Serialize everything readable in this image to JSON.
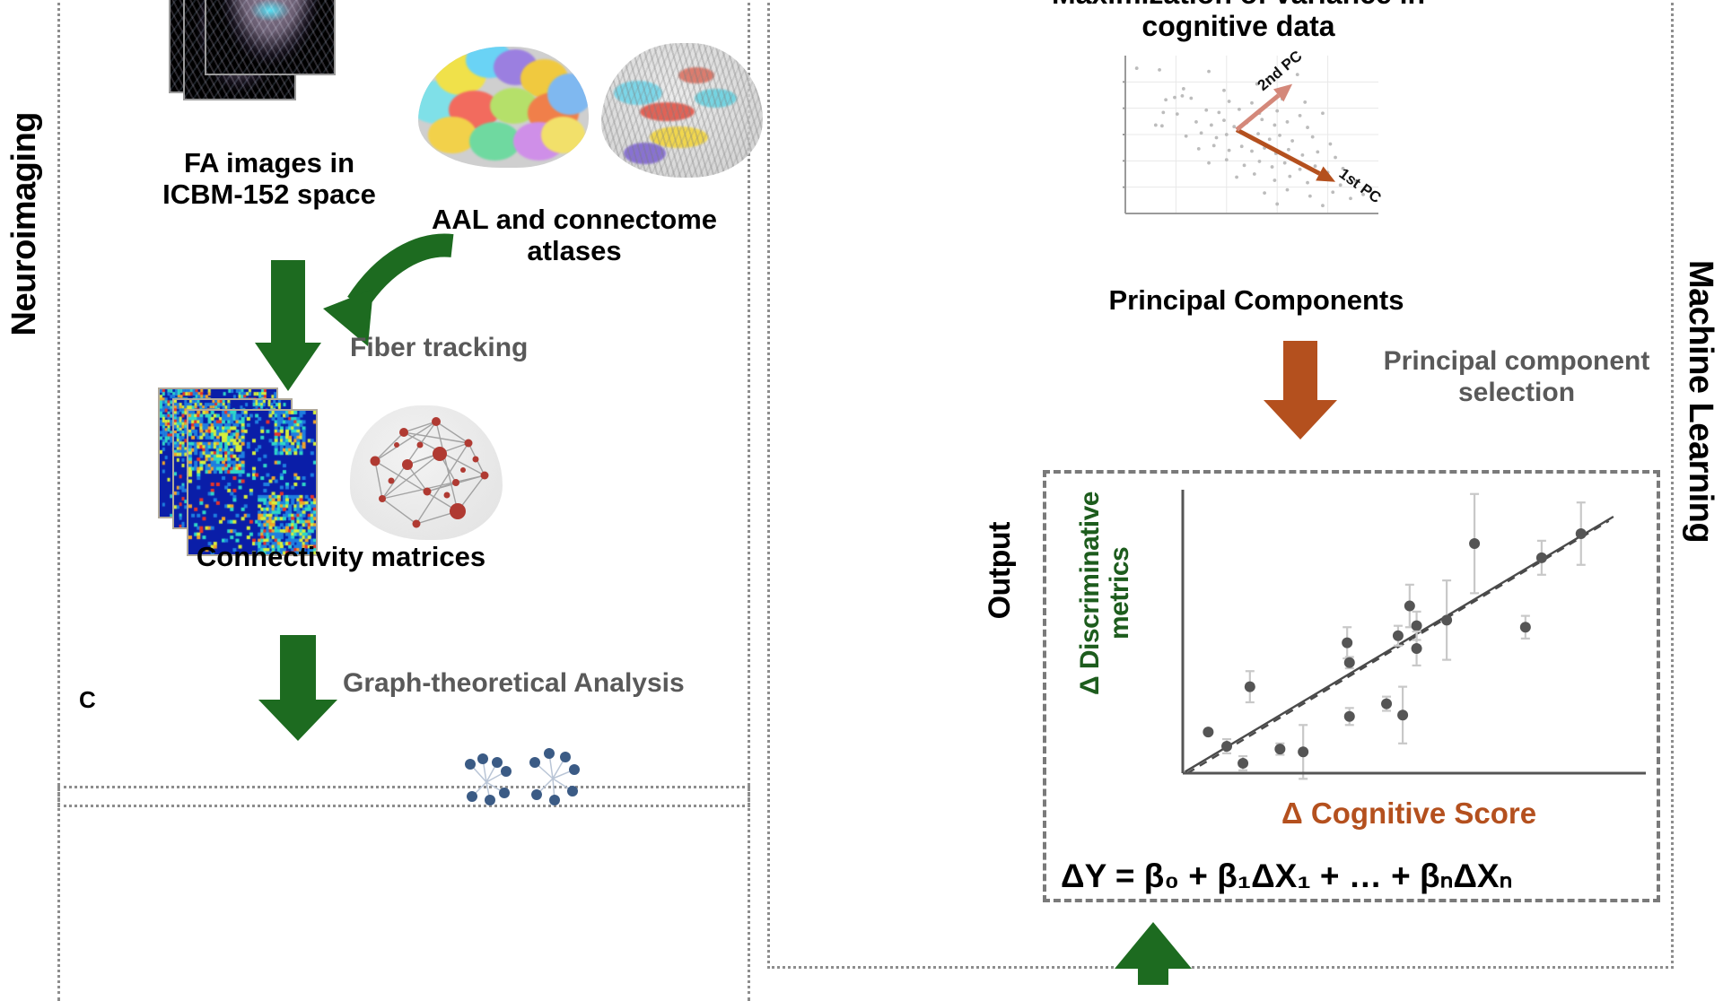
{
  "figure": {
    "panel_letter": "C",
    "side_label_left": "Neuroimaging",
    "side_label_right": "Machine Learning"
  },
  "neuroimaging": {
    "fa_caption": "FA images in\nICBM-152 space",
    "atlas_caption": "AAL and connectome\natlases",
    "fiber_tracking_label": "Fiber tracking",
    "connectivity_caption": "Connectivity matrices",
    "graph_analysis_label": "Graph-theoretical Analysis"
  },
  "machine_learning": {
    "pca_title": "Maximization of variance in\ncognitive data",
    "pca_caption": "Principal Components",
    "pc1_label": "1st PC",
    "pc2_label": "2nd PC",
    "selection_label": "Principal component\nselection",
    "output_label": "Output",
    "y_axis_label": "Δ Discriminative\nmetrics",
    "x_axis_label": "Δ Cognitive Score",
    "equation": "ΔY = β₀ + β₁ΔX₁ + … + βₙΔXₙ"
  },
  "colors": {
    "arrow_green": "#1d6b20",
    "arrow_rust": "#b4501e",
    "axis_green": "#1d5c1d",
    "axis_rust": "#b4501e",
    "process_grey": "#595959",
    "panel_border": "#8d8d8d"
  },
  "chart_data": [
    {
      "type": "scatter",
      "name": "pca-variance-scatter",
      "title": "Maximization of variance in cognitive data",
      "xlabel": "",
      "ylabel": "",
      "xlim": [
        0,
        10
      ],
      "ylim": [
        0,
        10
      ],
      "grid": true,
      "legend": "none",
      "annotations": [
        {
          "text": "1st PC",
          "type": "arrow",
          "from": [
            4.4,
            5.3
          ],
          "to": [
            8.3,
            2.0
          ],
          "color": "#b4501e",
          "width": 5
        },
        {
          "text": "2nd PC",
          "type": "arrow",
          "from": [
            4.4,
            5.3
          ],
          "to": [
            6.6,
            8.2
          ],
          "color": "#d4887a",
          "width": 5
        }
      ],
      "points": [
        [
          0.45,
          9.2
        ],
        [
          1.35,
          9.1
        ],
        [
          3.3,
          9.0
        ],
        [
          5.6,
          8.5
        ],
        [
          2.3,
          7.9
        ],
        [
          3.9,
          7.8
        ],
        [
          5.2,
          8.2
        ],
        [
          6.8,
          8.8
        ],
        [
          1.6,
          7.2
        ],
        [
          1.95,
          7.35
        ],
        [
          2.25,
          7.45
        ],
        [
          2.6,
          7.3
        ],
        [
          4.1,
          7.1
        ],
        [
          5.0,
          7.0
        ],
        [
          6.2,
          7.25
        ],
        [
          7.1,
          7.05
        ],
        [
          1.5,
          6.4
        ],
        [
          2.05,
          6.3
        ],
        [
          3.2,
          6.55
        ],
        [
          3.7,
          6.4
        ],
        [
          4.5,
          6.6
        ],
        [
          5.3,
          6.35
        ],
        [
          6.0,
          6.5
        ],
        [
          6.9,
          6.2
        ],
        [
          7.8,
          6.35
        ],
        [
          1.2,
          5.6
        ],
        [
          1.45,
          5.55
        ],
        [
          2.8,
          5.8
        ],
        [
          3.4,
          5.6
        ],
        [
          3.9,
          5.9
        ],
        [
          4.3,
          5.5
        ],
        [
          4.8,
          5.75
        ],
        [
          5.4,
          5.95
        ],
        [
          5.9,
          5.6
        ],
        [
          6.4,
          5.8
        ],
        [
          7.2,
          5.45
        ],
        [
          2.4,
          4.9
        ],
        [
          3.0,
          5.1
        ],
        [
          3.6,
          4.8
        ],
        [
          4.0,
          5.0
        ],
        [
          4.45,
          5.2
        ],
        [
          4.9,
          4.85
        ],
        [
          5.25,
          5.05
        ],
        [
          5.7,
          4.7
        ],
        [
          6.1,
          4.95
        ],
        [
          6.6,
          4.6
        ],
        [
          7.4,
          4.85
        ],
        [
          8.1,
          4.4
        ],
        [
          2.9,
          4.1
        ],
        [
          3.5,
          4.3
        ],
        [
          4.1,
          4.0
        ],
        [
          4.6,
          4.25
        ],
        [
          5.0,
          3.95
        ],
        [
          5.5,
          4.15
        ],
        [
          5.95,
          3.8
        ],
        [
          6.45,
          4.05
        ],
        [
          7.0,
          3.7
        ],
        [
          7.6,
          3.9
        ],
        [
          8.3,
          3.55
        ],
        [
          3.3,
          3.2
        ],
        [
          4.0,
          3.4
        ],
        [
          4.7,
          3.05
        ],
        [
          5.3,
          3.3
        ],
        [
          5.8,
          2.95
        ],
        [
          6.3,
          3.2
        ],
        [
          6.9,
          2.8
        ],
        [
          7.5,
          3.0
        ],
        [
          8.0,
          2.6
        ],
        [
          8.6,
          2.85
        ],
        [
          4.4,
          2.3
        ],
        [
          5.1,
          2.5
        ],
        [
          5.9,
          2.1
        ],
        [
          6.5,
          2.35
        ],
        [
          7.2,
          1.95
        ],
        [
          7.9,
          2.2
        ],
        [
          8.5,
          1.8
        ],
        [
          9.1,
          2.05
        ],
        [
          5.5,
          1.3
        ],
        [
          6.4,
          1.5
        ],
        [
          7.3,
          1.1
        ],
        [
          8.2,
          1.35
        ],
        [
          8.9,
          0.95
        ],
        [
          9.4,
          1.2
        ],
        [
          6.0,
          0.6
        ],
        [
          7.8,
          0.5
        ]
      ]
    },
    {
      "type": "scatter",
      "name": "output-regression",
      "title": "",
      "xlabel": "Δ Cognitive Score",
      "ylabel": "Δ Discriminative metrics",
      "xlim": [
        0,
        10
      ],
      "ylim": [
        0,
        10
      ],
      "grid": false,
      "legend": "none",
      "series": [
        {
          "name": "observations",
          "marker": "circle-with-errorbars",
          "color": "#555555",
          "points": [
            {
              "x": 0.55,
              "y": 1.45,
              "err": 0.0
            },
            {
              "x": 0.95,
              "y": 0.95,
              "err": 0.25
            },
            {
              "x": 1.3,
              "y": 0.35,
              "err": 0.25
            },
            {
              "x": 1.45,
              "y": 3.05,
              "err": 0.55
            },
            {
              "x": 2.1,
              "y": 0.85,
              "err": 0.2
            },
            {
              "x": 2.6,
              "y": 0.75,
              "err": 0.95
            },
            {
              "x": 3.55,
              "y": 4.6,
              "err": 0.55
            },
            {
              "x": 3.6,
              "y": 3.9,
              "err": 0.2
            },
            {
              "x": 3.6,
              "y": 2.0,
              "err": 0.3
            },
            {
              "x": 4.4,
              "y": 2.45,
              "err": 0.25
            },
            {
              "x": 4.75,
              "y": 2.05,
              "err": 1.0
            },
            {
              "x": 4.65,
              "y": 4.85,
              "err": 0.35
            },
            {
              "x": 4.9,
              "y": 5.9,
              "err": 0.75
            },
            {
              "x": 5.05,
              "y": 5.2,
              "err": 0.5
            },
            {
              "x": 5.05,
              "y": 4.4,
              "err": 0.6
            },
            {
              "x": 5.7,
              "y": 5.4,
              "err": 1.4
            },
            {
              "x": 6.3,
              "y": 8.1,
              "err": 1.75
            },
            {
              "x": 7.4,
              "y": 5.15,
              "err": 0.4
            },
            {
              "x": 7.75,
              "y": 7.6,
              "err": 0.6
            },
            {
              "x": 8.6,
              "y": 8.45,
              "err": 1.1
            }
          ]
        },
        {
          "name": "fit-line",
          "type": "line",
          "style": "solid",
          "color": "#4a4a4a",
          "x": [
            0.05,
            9.3
          ],
          "y": [
            0.05,
            9.05
          ]
        },
        {
          "name": "reference-line",
          "type": "line",
          "style": "dashed",
          "color": "#4a4a4a",
          "x": [
            0.1,
            9.2
          ],
          "y": [
            0.0,
            8.9
          ]
        }
      ]
    }
  ]
}
